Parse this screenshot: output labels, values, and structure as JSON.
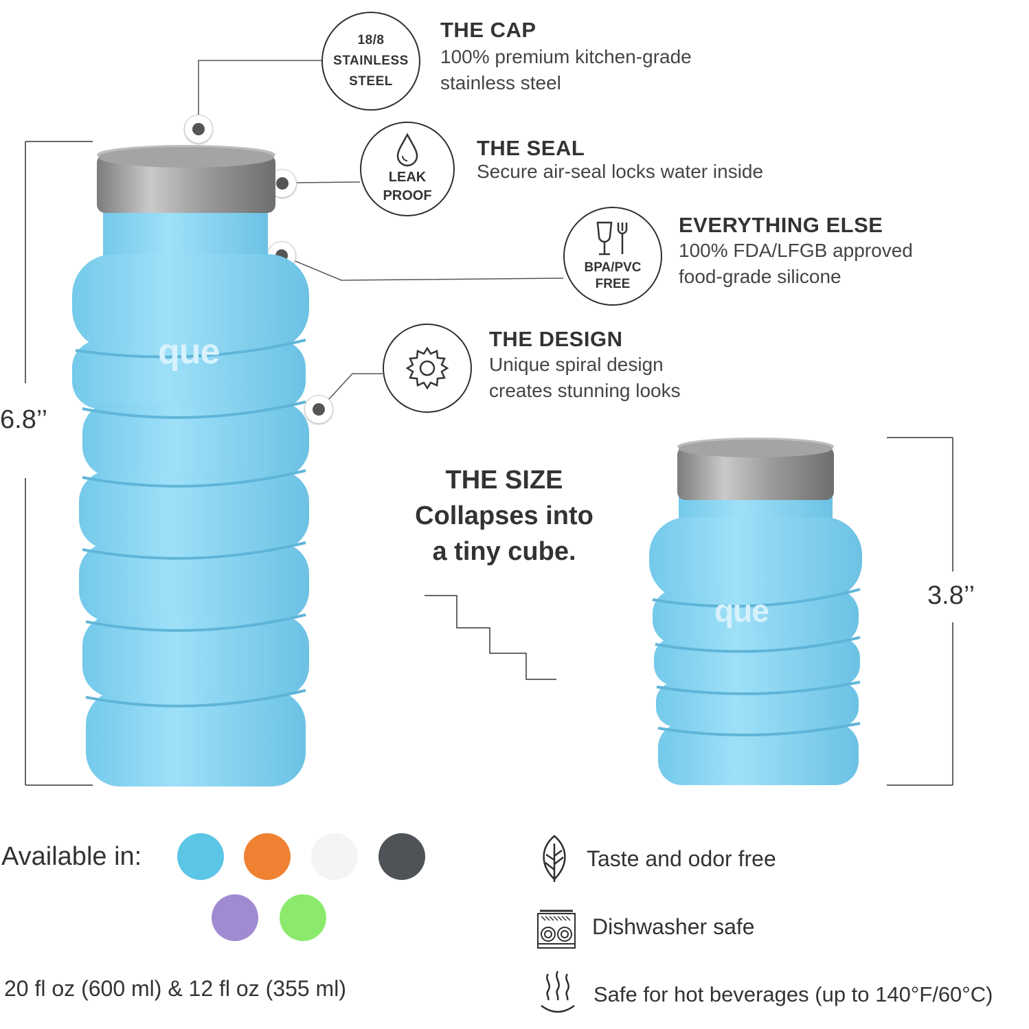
{
  "features": {
    "cap": {
      "badge_lines": [
        "18/8",
        "STAINLESS",
        "STEEL"
      ],
      "title": "THE CAP",
      "desc_lines": [
        "100% premium kitchen-grade",
        "stainless steel"
      ]
    },
    "seal": {
      "badge_icon": "water-drop-icon",
      "badge_lines": [
        "LEAK",
        "PROOF"
      ],
      "title": "THE SEAL",
      "desc_lines": [
        "Secure air-seal locks water inside"
      ]
    },
    "else": {
      "badge_icon": "glass-fork-icon",
      "badge_lines": [
        "BPA/PVC",
        "FREE"
      ],
      "title": "EVERYTHING ELSE",
      "desc_lines": [
        "100% FDA/LFGB approved",
        "food-grade silicone"
      ]
    },
    "design": {
      "badge_icon": "gear-icon",
      "title": "THE DESIGN",
      "desc_lines": [
        "Unique spiral design",
        "creates stunning looks"
      ]
    }
  },
  "size": {
    "heading_lines": [
      "THE SIZE",
      "Collapses into",
      "a tiny cube."
    ],
    "full_height": "6.8’’",
    "collapsed_height": "3.8’’"
  },
  "brand": "que",
  "available": {
    "label": "Available in:",
    "colors": [
      "#5bc6e6",
      "#ef8232",
      "#f5f5f5",
      "#4f5256",
      "#a08bd2",
      "#8bea6b"
    ]
  },
  "capacities": "20 fl oz (600 ml) & 12 fl oz (355 ml)",
  "benefits": [
    {
      "icon": "leaf-icon",
      "label": "Taste and odor free"
    },
    {
      "icon": "dishwasher-icon",
      "label": "Dishwasher safe"
    },
    {
      "icon": "hot-steam-icon",
      "label": "Safe for hot beverages (up to 140°F/60°C)"
    }
  ],
  "colors": {
    "bottle": "#8ad6f2",
    "bottle_dark": "#6cc4e6",
    "steel": "#a9a9a9",
    "text": "#333333"
  }
}
